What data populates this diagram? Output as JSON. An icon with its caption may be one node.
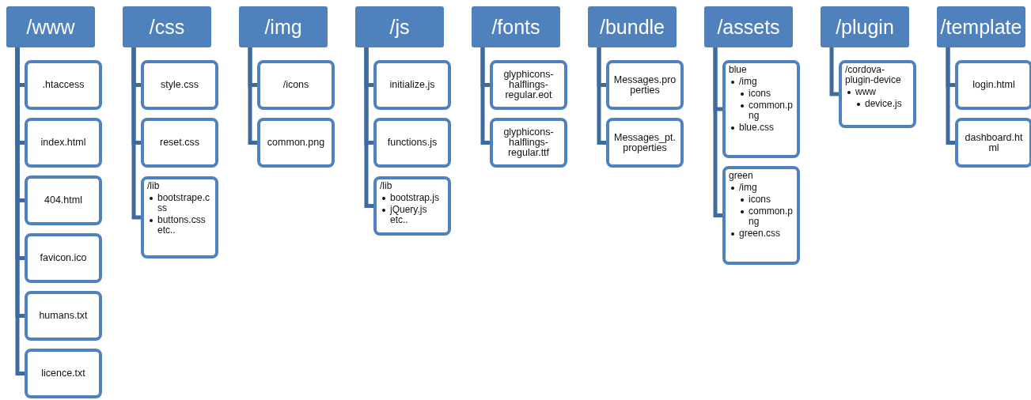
{
  "diagram": {
    "nodes": [
      {
        "text": [
          "/www"
        ]
      },
      {
        "text": [
          ".htaccess"
        ]
      },
      {
        "text": [
          "index.html"
        ]
      },
      {
        "text": [
          "404.html"
        ]
      },
      {
        "text": [
          "favicon.ico"
        ]
      },
      {
        "text": [
          "humans.txt"
        ]
      },
      {
        "text": [
          "licence.txt"
        ]
      },
      {
        "text": [
          "/css"
        ]
      },
      {
        "text": [
          "style.css"
        ]
      },
      {
        "text": [
          "reset.css"
        ]
      },
      {
        "text": [
          "/lib",
          "bootstrape.css",
          "buttons.css etc.."
        ]
      },
      {
        "text": [
          "/img"
        ]
      },
      {
        "text": [
          "/icons"
        ]
      },
      {
        "text": [
          "common.png"
        ]
      },
      {
        "text": [
          "/js"
        ]
      },
      {
        "text": [
          "initialize.js"
        ]
      },
      {
        "text": [
          "functions.js"
        ]
      },
      {
        "text": [
          "/lib",
          "bootstrap.js",
          "jQuery.js etc.."
        ]
      },
      {
        "text": [
          "/fonts"
        ]
      },
      {
        "text": [
          "glyphicons-halflings-regular.eot"
        ]
      },
      {
        "text": [
          "glyphicons-halflings-regular.ttf"
        ]
      },
      {
        "text": [
          "/bundle"
        ]
      },
      {
        "text": [
          "Messages.properties"
        ]
      },
      {
        "text": [
          "Messages_pt.properties"
        ]
      },
      {
        "text": [
          "/assets"
        ]
      },
      {
        "text": [
          "blue",
          "/img",
          "icons",
          "common.png",
          "blue.css"
        ]
      },
      {
        "text": [
          "green",
          "/img",
          "icons",
          "common.png",
          "green.css"
        ]
      },
      {
        "text": [
          "/plugin"
        ]
      },
      {
        "text": [
          "/cordova-plugin-device",
          "www",
          "device.js"
        ]
      },
      {
        "text": [
          "/template"
        ]
      },
      {
        "text": [
          "login.html"
        ]
      },
      {
        "text": [
          "dashboard.html"
        ]
      }
    ],
    "edges": [
      {
        "from": 0,
        "to": 1,
        "arrow": "none"
      },
      {
        "from": 0,
        "to": 2,
        "arrow": "none"
      },
      {
        "from": 0,
        "to": 3,
        "arrow": "none"
      },
      {
        "from": 0,
        "to": 4,
        "arrow": "none"
      },
      {
        "from": 0,
        "to": 5,
        "arrow": "none"
      },
      {
        "from": 0,
        "to": 6,
        "arrow": "none"
      },
      {
        "from": 7,
        "to": 8,
        "arrow": "none"
      },
      {
        "from": 7,
        "to": 9,
        "arrow": "none"
      },
      {
        "from": 7,
        "to": 10,
        "arrow": "none"
      },
      {
        "from": 11,
        "to": 12,
        "arrow": "none"
      },
      {
        "from": 11,
        "to": 13,
        "arrow": "none"
      },
      {
        "from": 14,
        "to": 15,
        "arrow": "none"
      },
      {
        "from": 14,
        "to": 16,
        "arrow": "none"
      },
      {
        "from": 14,
        "to": 17,
        "arrow": "none"
      },
      {
        "from": 18,
        "to": 19,
        "arrow": "none"
      },
      {
        "from": 18,
        "to": 20,
        "arrow": "none"
      },
      {
        "from": 21,
        "to": 22,
        "arrow": "none"
      },
      {
        "from": 21,
        "to": 23,
        "arrow": "none"
      },
      {
        "from": 24,
        "to": 25,
        "arrow": "none"
      },
      {
        "from": 24,
        "to": 26,
        "arrow": "none"
      },
      {
        "from": 27,
        "to": 28,
        "arrow": "none"
      },
      {
        "from": 29,
        "to": 30,
        "arrow": "none"
      },
      {
        "from": 29,
        "to": 31,
        "arrow": "none"
      }
    ]
  }
}
